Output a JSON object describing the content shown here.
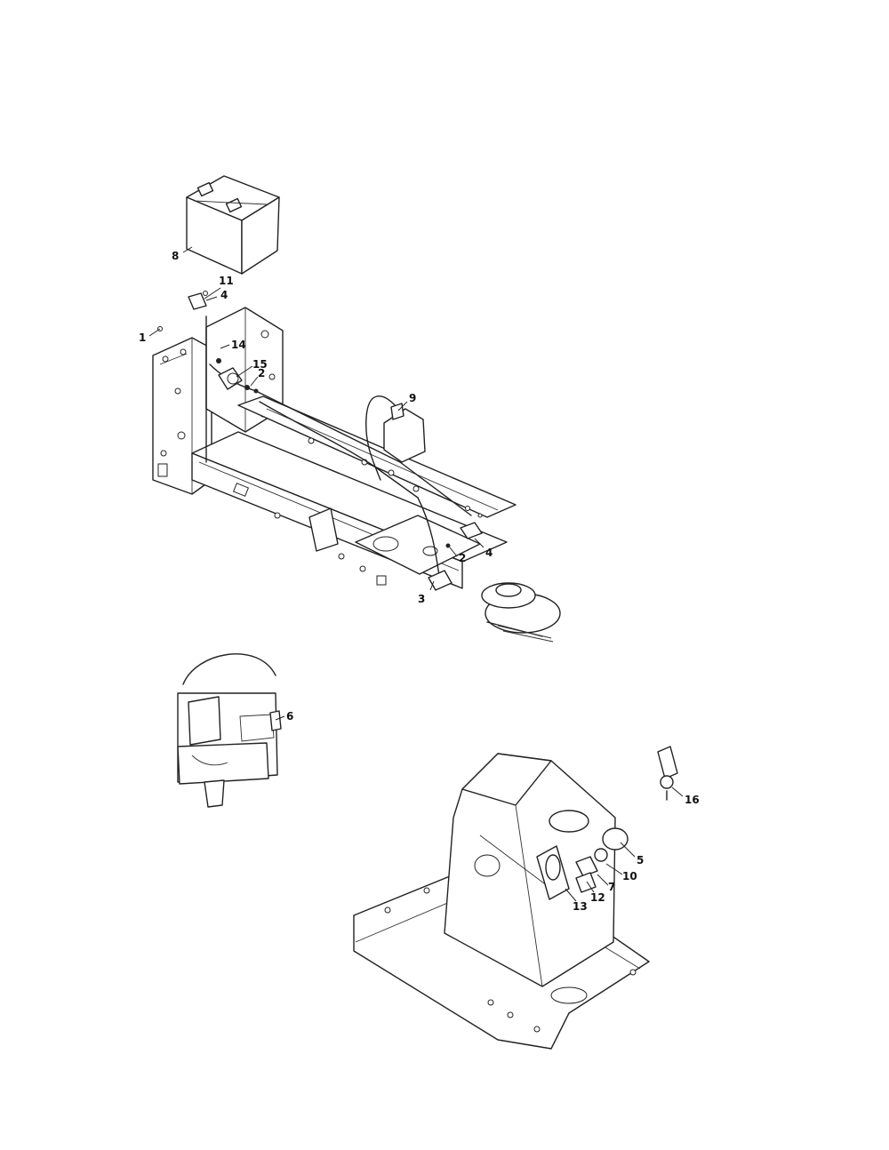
{
  "diagram": {
    "callouts": [
      {
        "id": "c1",
        "text": "1"
      },
      {
        "id": "c2a",
        "text": "2"
      },
      {
        "id": "c2b",
        "text": "2"
      },
      {
        "id": "c3",
        "text": "3"
      },
      {
        "id": "c4a",
        "text": "4"
      },
      {
        "id": "c4b",
        "text": "4"
      },
      {
        "id": "c5",
        "text": "5"
      },
      {
        "id": "c6",
        "text": "6"
      },
      {
        "id": "c7",
        "text": "7"
      },
      {
        "id": "c8",
        "text": "8"
      },
      {
        "id": "c9",
        "text": "9"
      },
      {
        "id": "c10",
        "text": "10"
      },
      {
        "id": "c11",
        "text": "11"
      },
      {
        "id": "c12",
        "text": "12"
      },
      {
        "id": "c13",
        "text": "13"
      },
      {
        "id": "c14",
        "text": "14"
      },
      {
        "id": "c15",
        "text": "15"
      },
      {
        "id": "c16",
        "text": "16"
      }
    ]
  }
}
